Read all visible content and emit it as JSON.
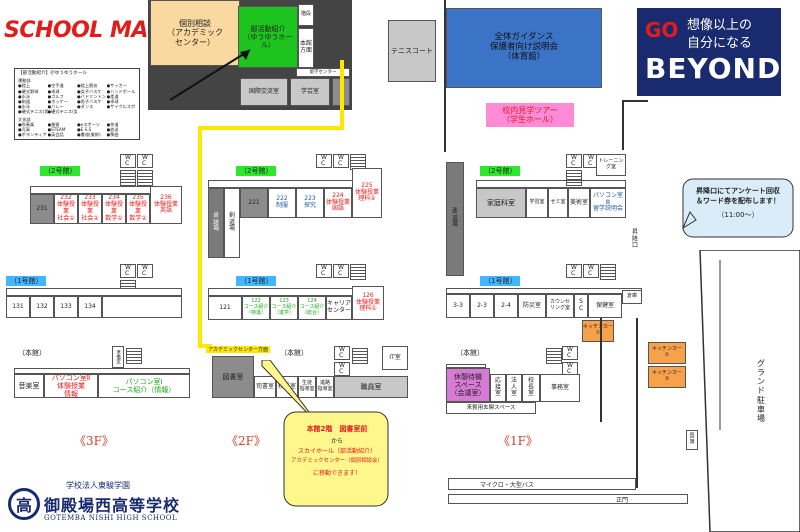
{
  "header": {
    "school_map": "SCHOOL MAP",
    "go": "GO",
    "beyond": "BEYOND",
    "slogan_line1": "想像以上の",
    "slogan_line2": "自分になる"
  },
  "legend": {
    "title": "【部活動紹介】＠ゆうゆうホール",
    "sports_title": "運動部",
    "sports": [
      "●陸上",
      "●空手道",
      "●陸上競技",
      "●サッカー",
      "●硬式野球",
      "●卓球",
      "●女子バスケ",
      "●ハンドボール",
      "●水泳",
      "●ゴルフ",
      "●バドミントン",
      "●柔道",
      "●剣道",
      "●ホッケー",
      "●男子バスケ",
      "●卓球",
      "●水泳",
      "●バレー",
      "●ダンス",
      "●サイクルスポーツ",
      "●硬式テニス(男子)",
      "●硬式テニス(女子)"
    ],
    "culture_title": "文化部",
    "culture": [
      "●吹奏楽",
      "●美術",
      "●eスポーツ",
      "●茶道",
      "●写真",
      "●STEAM",
      "●E.S.S",
      "●放送",
      "●ボランティア",
      "●英会話",
      "●書道(美術)",
      "●筝曲"
    ]
  },
  "top_building": {
    "kobetsu": "個別相談\n（アカデミック\nセンター）",
    "bukatsu": "部活動紹介\n（ゆうゆうホール）",
    "honkan_houmen": "本館\n方面",
    "kaidan": "階段",
    "kokusai": "国際交流室",
    "gakugei": "学芸室",
    "ryugaku": "留学センター"
  },
  "guidance": {
    "gym": "全体ガイダンス\n保護者向け説明会\n（体育館）",
    "tennis": "テニスコート",
    "tour": "校内見学ツアー\n（学生ホール）"
  },
  "notice": {
    "text": "昇降口にてアンケート回収\n＆ワード券を配布します！",
    "time": "（11:00～）"
  },
  "floor3": {
    "label": "《3F》",
    "b2_tag": "（2号館）",
    "b1_tag": "（1号館）",
    "honkan_tag": "（本館）",
    "wc": "W\nC",
    "rooms_b2": [
      "231",
      "232\n体験授業\n社会①",
      "233\n体験授業\n社会②",
      "234\n体験授業\n数学①",
      "235\n体験授業\n数学②",
      "236\n体験授業\n英語"
    ],
    "rooms_b1": [
      "131",
      "132",
      "133",
      "134"
    ],
    "ongaku": "音楽室",
    "pc1": "パソコン室Ⅱ\n体験授業\n情報",
    "pc2": "パソコン室Ⅰ\nコース紹介（情報）",
    "junbi": "準備室"
  },
  "floor2": {
    "label": "《2F》",
    "b2_tag": "（2号館）",
    "b1_tag": "（1号館）",
    "honkan_tag": "（本館）",
    "wc": "W\nC",
    "room221": "221",
    "takkyu": "卓\n球\n場",
    "kendo": "剣\n道\n場",
    "r222": "222\n制服",
    "r223": "223\n探究",
    "r224": "224\n体験授業\n国語",
    "r225": "225\n体験授業\n理科②",
    "room121": "121",
    "r122": "122\nコース紹介\n（特進）",
    "r123": "123\nコース紹介\n（進学）",
    "r124": "124\nコース紹介\n（総合）",
    "career": "キャリア\nセンター",
    "r126": "126\n体験授業\n理科①",
    "academic_way": "アカデミックセンター方面",
    "tosho": "図書室",
    "shisho": "司書室",
    "kocho": "校長室",
    "seito": "生徒\n指導室",
    "shinro": "進路\n指導室",
    "shokuin": "職員室",
    "it": "IT室",
    "callout_title": "本館2階　図書室前",
    "callout_from": "から",
    "callout_line1": "スカイホール（部活動紹介）",
    "callout_line2": "アカデミックセンター（個別相談会）",
    "callout_line3": "に移動できます！"
  },
  "floor1": {
    "label": "《1F》",
    "b2_tag": "（2号館）",
    "b1_tag": "（1号館）",
    "honkan_tag": "（本館）",
    "wc": "W\nC",
    "judo": "柔\n道\n場",
    "kateika": "家庭科室",
    "gakushu": "学習室",
    "seminar": "ゼミ室",
    "bijutsu": "美術室",
    "pc_room": "パソコン室Ⅲ\n留学説明会",
    "training": "トレーニング室",
    "shokoguchi": "昇\n降\n口",
    "r33": "3-3",
    "r23": "2-3",
    "r24": "2-4",
    "bousai": "防災室",
    "counseling": "カウンセ\nリング室",
    "sc": "S\nC",
    "hoken": "保健室",
    "souko": "倉庫",
    "kitchen1": "キッチンカー\n①",
    "kitchen2": "キッチンカー\n②",
    "kitchen3": "キッチンカー\n③",
    "kyukei": "休憩待機\nスペース\n（会議室）",
    "oseppu": "応\n接\n室",
    "hojin": "法\n人\n室",
    "kocho": "校\n長\n室",
    "jimu": "事務室",
    "raihin": "来賓用玄関スペース",
    "grand": "グ\nラ\nン\nド\n駐\n車\n場",
    "kokki": "国\n旗",
    "bus": "マイクロ・大型バス",
    "seimon": "正門"
  },
  "school": {
    "corp": "学校法人東駿学園",
    "name": "御殿場西高等学校",
    "roman": "GOTEMBA NISHI HIGH SCHOOL",
    "crest": "高"
  }
}
